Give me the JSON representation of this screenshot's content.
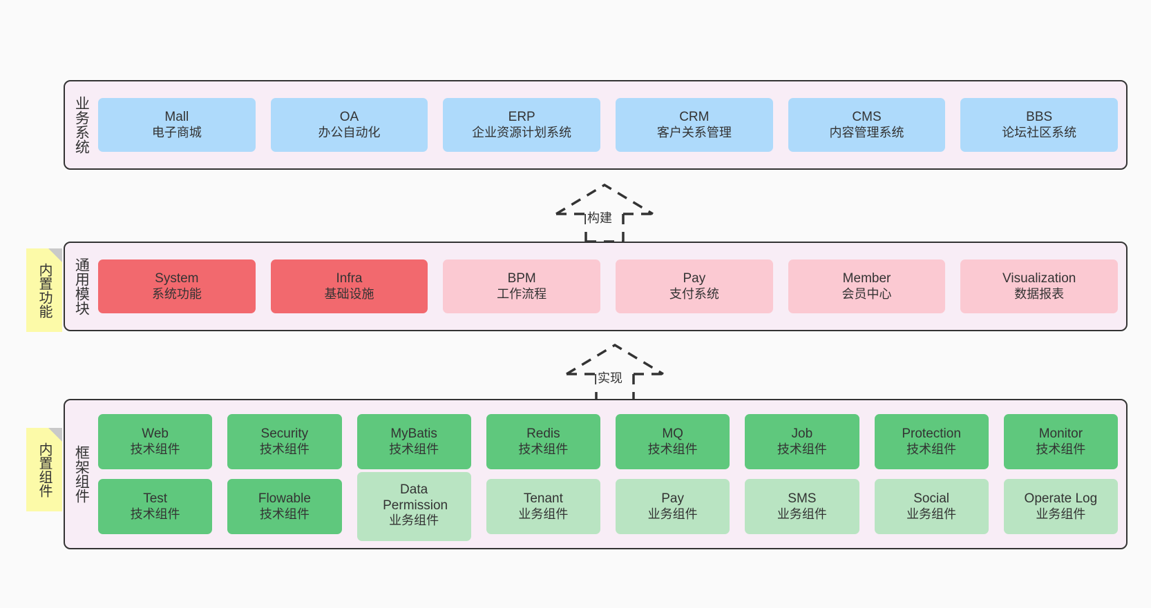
{
  "diagram": {
    "background_color": "#FAFAFA",
    "panel_color": "#F8EDF6",
    "border_color": "#333333",
    "note_color": "#FCFAA8",
    "fold_color": "#C9C9C9"
  },
  "layers": [
    {
      "title": "业务系统",
      "color": "#AEDAFB",
      "rows": [
        [
          {
            "en": "Mall",
            "cn": "电子商城",
            "color": "#AEDAFB"
          },
          {
            "en": "OA",
            "cn": "办公自动化",
            "color": "#AEDAFB"
          },
          {
            "en": "ERP",
            "cn": "企业资源计划系统",
            "color": "#AEDAFB"
          },
          {
            "en": "CRM",
            "cn": "客户关系管理",
            "color": "#AEDAFB"
          },
          {
            "en": "CMS",
            "cn": "内容管理系统",
            "color": "#AEDAFB"
          },
          {
            "en": "BBS",
            "cn": "论坛社区系统",
            "color": "#AEDAFB"
          }
        ]
      ]
    },
    {
      "title": "通用模块",
      "note": "内置功能",
      "rows": [
        [
          {
            "en": "System",
            "cn": "系统功能",
            "color": "#F2696E"
          },
          {
            "en": "Infra",
            "cn": "基础设施",
            "color": "#F2696E"
          },
          {
            "en": "BPM",
            "cn": "工作流程",
            "color": "#FBC9D2"
          },
          {
            "en": "Pay",
            "cn": "支付系统",
            "color": "#FBC9D2"
          },
          {
            "en": "Member",
            "cn": "会员中心",
            "color": "#FBC9D2"
          },
          {
            "en": "Visualization",
            "cn": "数据报表",
            "color": "#FBC9D2"
          }
        ]
      ]
    },
    {
      "title": "框架组件",
      "note": "内置组件",
      "rows": [
        [
          {
            "en": "Web",
            "cn": "技术组件",
            "color": "#5FC87D"
          },
          {
            "en": "Security",
            "cn": "技术组件",
            "color": "#5FC87D"
          },
          {
            "en": "MyBatis",
            "cn": "技术组件",
            "color": "#5FC87D"
          },
          {
            "en": "Redis",
            "cn": "技术组件",
            "color": "#5FC87D"
          },
          {
            "en": "MQ",
            "cn": "技术组件",
            "color": "#5FC87D"
          },
          {
            "en": "Job",
            "cn": "技术组件",
            "color": "#5FC87D"
          },
          {
            "en": "Protection",
            "cn": "技术组件",
            "color": "#5FC87D"
          },
          {
            "en": "Monitor",
            "cn": "技术组件",
            "color": "#5FC87D"
          }
        ],
        [
          {
            "en": "Test",
            "cn": "技术组件",
            "color": "#5FC87D"
          },
          {
            "en": "Flowable",
            "cn": "技术组件",
            "color": "#5FC87D"
          },
          {
            "en": "Data Permission",
            "cn": "业务组件",
            "color": "#B9E4C2"
          },
          {
            "en": "Tenant",
            "cn": "业务组件",
            "color": "#B9E4C2"
          },
          {
            "en": "Pay",
            "cn": "业务组件",
            "color": "#B9E4C2"
          },
          {
            "en": "SMS",
            "cn": "业务组件",
            "color": "#B9E4C2"
          },
          {
            "en": "Social",
            "cn": "业务组件",
            "color": "#B9E4C2"
          },
          {
            "en": "Operate Log",
            "cn": "业务组件",
            "color": "#B9E4C2"
          }
        ]
      ]
    }
  ],
  "connectors": [
    {
      "label": "构建"
    },
    {
      "label": "实现"
    }
  ]
}
